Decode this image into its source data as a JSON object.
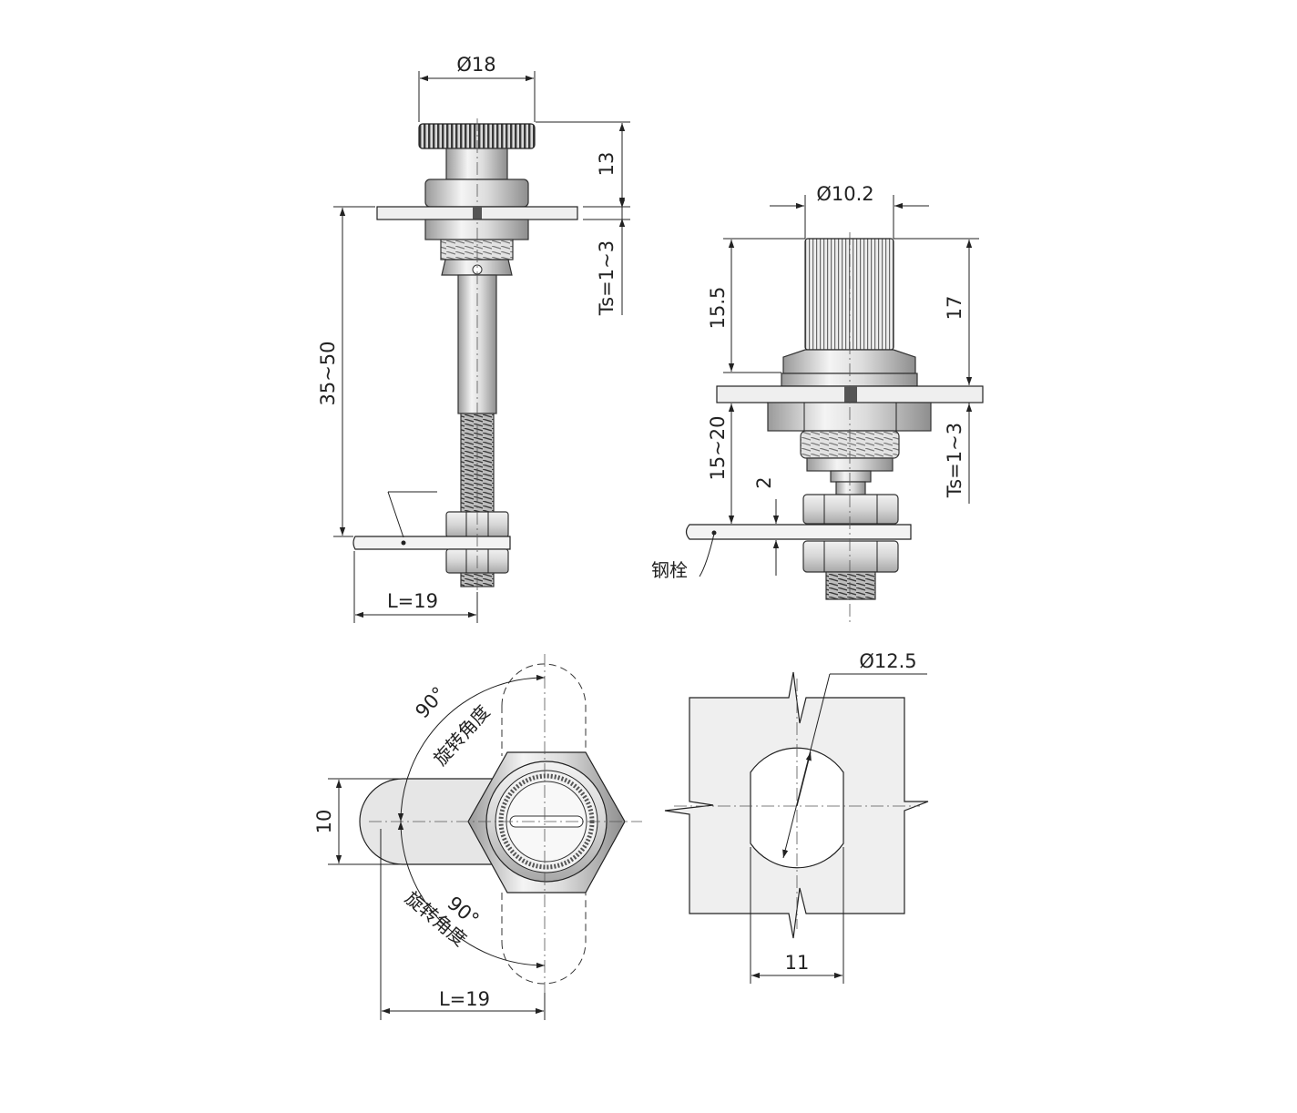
{
  "drawing": {
    "side_view": {
      "knob_diameter": "Ø18",
      "knob_height": "13",
      "panel_thickness": "Ts=1~3",
      "shaft_length": "35~50",
      "cam_length": "L=19"
    },
    "front_view": {
      "spline_diameter": "Ø10.2",
      "spline_height": "15.5",
      "total_height": "17",
      "cam_offset": "15~20",
      "cam_thickness": "2",
      "panel_thickness": "Ts=1~3",
      "steel_pin_label": "钢栓"
    },
    "top_view": {
      "cam_width": "10",
      "rotation_angle_top": "90°",
      "rotation_label_top": "旋转角度",
      "rotation_angle_bottom": "90°",
      "rotation_label_bottom": "旋转角度",
      "cam_length": "L=19"
    },
    "cutout_view": {
      "hole_diameter": "Ø12.5",
      "flat_width": "11"
    }
  },
  "colors": {
    "line": "#222222",
    "metal_light": "#e8e8e8",
    "metal_mid": "#c9c9c9",
    "metal_dark": "#8c8c8c",
    "panel_fill": "#eeeeee"
  }
}
